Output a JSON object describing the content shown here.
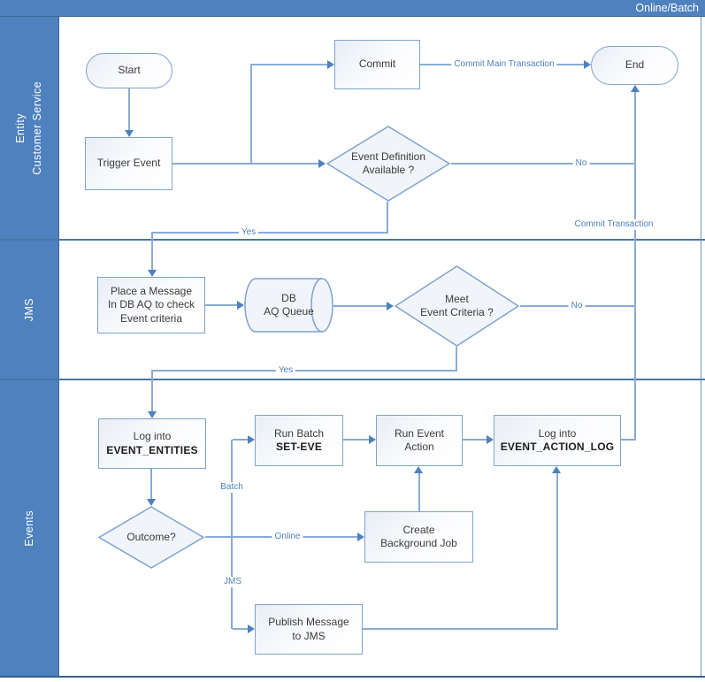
{
  "title": "Online/Batch",
  "lanes": [
    {
      "line1": "Entity",
      "line2": "Customer Service"
    },
    {
      "label": "JMS"
    },
    {
      "label": "Events"
    }
  ],
  "nodes": {
    "start": {
      "type": "terminator",
      "label": "Start"
    },
    "commit": {
      "type": "process",
      "label": "Commit"
    },
    "end": {
      "type": "terminator",
      "label": "End"
    },
    "event_definition": {
      "type": "decision",
      "line1": "Event Definition",
      "line2": "Available ?"
    },
    "trigger_event": {
      "type": "process",
      "label": "Trigger Event"
    },
    "place_message": {
      "type": "process",
      "line1": "Place a Message",
      "line2": "In DB AQ to check",
      "line3": "Event criteria"
    },
    "db_aq_queue": {
      "type": "queue",
      "line1": "DB",
      "line2": "AQ Queue"
    },
    "meet_criteria": {
      "type": "decision",
      "line1": "Meet",
      "line2": "Event Criteria ?"
    },
    "log_event_entities": {
      "type": "process",
      "line1": "Log into",
      "line2": "EVENT_ENTITIES"
    },
    "run_batch": {
      "type": "process",
      "line1": "Run Batch",
      "line2": "SET-EVE"
    },
    "run_event_action": {
      "type": "process",
      "line1": "Run Event",
      "line2": "Action"
    },
    "log_event_action_log": {
      "type": "process",
      "line1": "Log into",
      "line2": "EVENT_ACTION_LOG"
    },
    "outcome": {
      "type": "decision",
      "label": "Outcome?"
    },
    "create_background_job": {
      "type": "process",
      "line1": "Create",
      "line2": "Background Job"
    },
    "publish_message_jms": {
      "type": "process",
      "line1": "Publish Message",
      "line2": "to JMS"
    }
  },
  "edge_labels": {
    "commit_main_transaction": "Commit Main Transaction",
    "no_event_definition": "No",
    "commit_transaction": "Commit Transaction",
    "yes_event_definition": "Yes",
    "no_meet_criteria": "No",
    "yes_meet_criteria": "Yes",
    "batch": "Batch",
    "online": "Online",
    "jms": "JMS"
  },
  "colors": {
    "accent": "#4E81BD",
    "connector": "#8AABD3",
    "shape_border": "#7FA3CF",
    "shape_fill": "#F1F5FA",
    "edge_label_text": "#4F81BD",
    "node_text": "#3B3B3B"
  }
}
